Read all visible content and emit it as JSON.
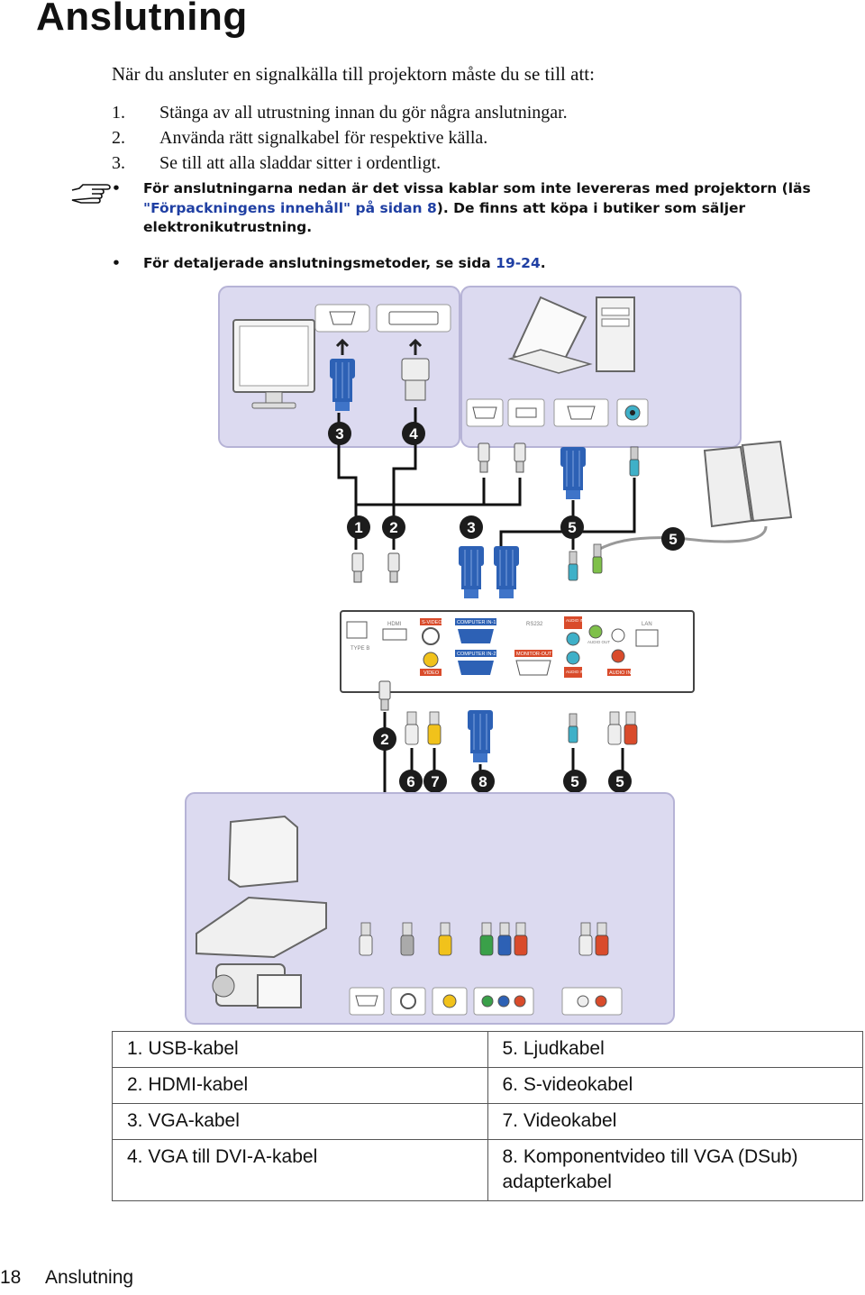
{
  "page": {
    "title": "Anslutning"
  },
  "intro": "När du ansluter en signalkälla till projektorn måste du se till att:",
  "steps": [
    {
      "num": "1.",
      "text": "Stänga av all utrustning innan du gör några anslutningar."
    },
    {
      "num": "2.",
      "text": "Använda rätt signalkabel för respektive källa."
    },
    {
      "num": "3.",
      "text": "Se till att alla sladdar sitter i ordentligt."
    }
  ],
  "notes": {
    "bullet": "•",
    "n1_a": "För anslutningarna nedan är det vissa kablar som inte levereras med projektorn (läs ",
    "n1_link": "\"Förpackningens innehåll\" på sidan 8",
    "n1_b": "). De finns att köpa i butiker som säljer elektronikutrustning.",
    "n2_a": "För detaljerade anslutningsmetoder, se sida ",
    "n2_link": "19-24",
    "n2_b": "."
  },
  "diagram": {
    "labels": [
      "1",
      "2",
      "3",
      "4",
      "5",
      "6",
      "7",
      "8"
    ],
    "panel": {
      "usb": "TYPE B",
      "hdmi": "HDMI",
      "svideo": "S-VIDEO",
      "video": "VIDEO",
      "comp1": "COMPUTER IN-1",
      "comp2": "COMPUTER IN-2",
      "rs232": "RS232",
      "monout": "MONITOR-OUT",
      "ain1": "AUDIO IN-1",
      "ain2": "AUDIO IN-2",
      "aout": "AUDIO OUT",
      "ainlr": "AUDIO IN",
      "lan": "LAN"
    }
  },
  "legend": [
    [
      "1. USB-kabel",
      "5. Ljudkabel"
    ],
    [
      "2. HDMI-kabel",
      "6. S-videokabel"
    ],
    [
      "3. VGA-kabel",
      "7. Videokabel"
    ],
    [
      "4. VGA till DVI-A-kabel",
      "8. Komponentvideo till VGA (DSub) adapterkabel"
    ]
  ],
  "footer": {
    "page_number": "18",
    "section": "Anslutning"
  },
  "colors": {
    "panel_bg": "#dcdaf0",
    "panel_border": "#b6b3d6",
    "vga_blue": "#2d61b5",
    "link": "#1f3fa3",
    "badge": "#1c1c1c"
  }
}
